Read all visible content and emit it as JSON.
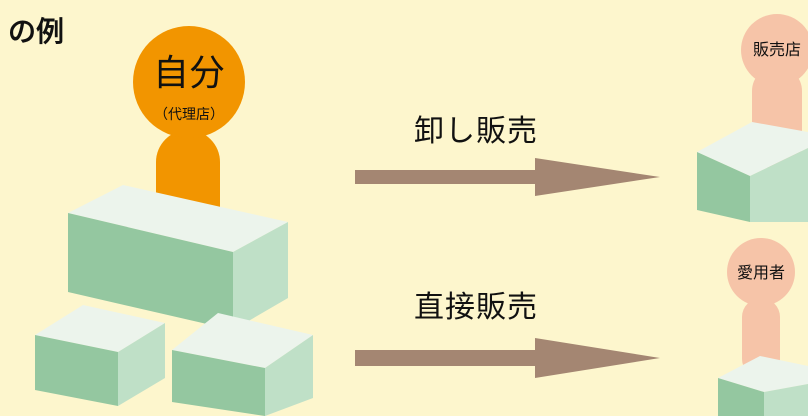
{
  "title": "の例",
  "self": {
    "label": "自分",
    "sub": "（代理店）"
  },
  "arrows": [
    {
      "label": "卸し販売"
    },
    {
      "label": "直接販売"
    }
  ],
  "targets": [
    {
      "label": "販売店"
    },
    {
      "label": "愛用者"
    }
  ],
  "colors": {
    "background": "#fdf6cd",
    "self_person": "#f29500",
    "target_person": "#f6c4a8",
    "arrow": "#a48672",
    "box_front": "#94c7a0",
    "box_side": "#bfe0c7",
    "box_top": "#ecf4ec"
  }
}
